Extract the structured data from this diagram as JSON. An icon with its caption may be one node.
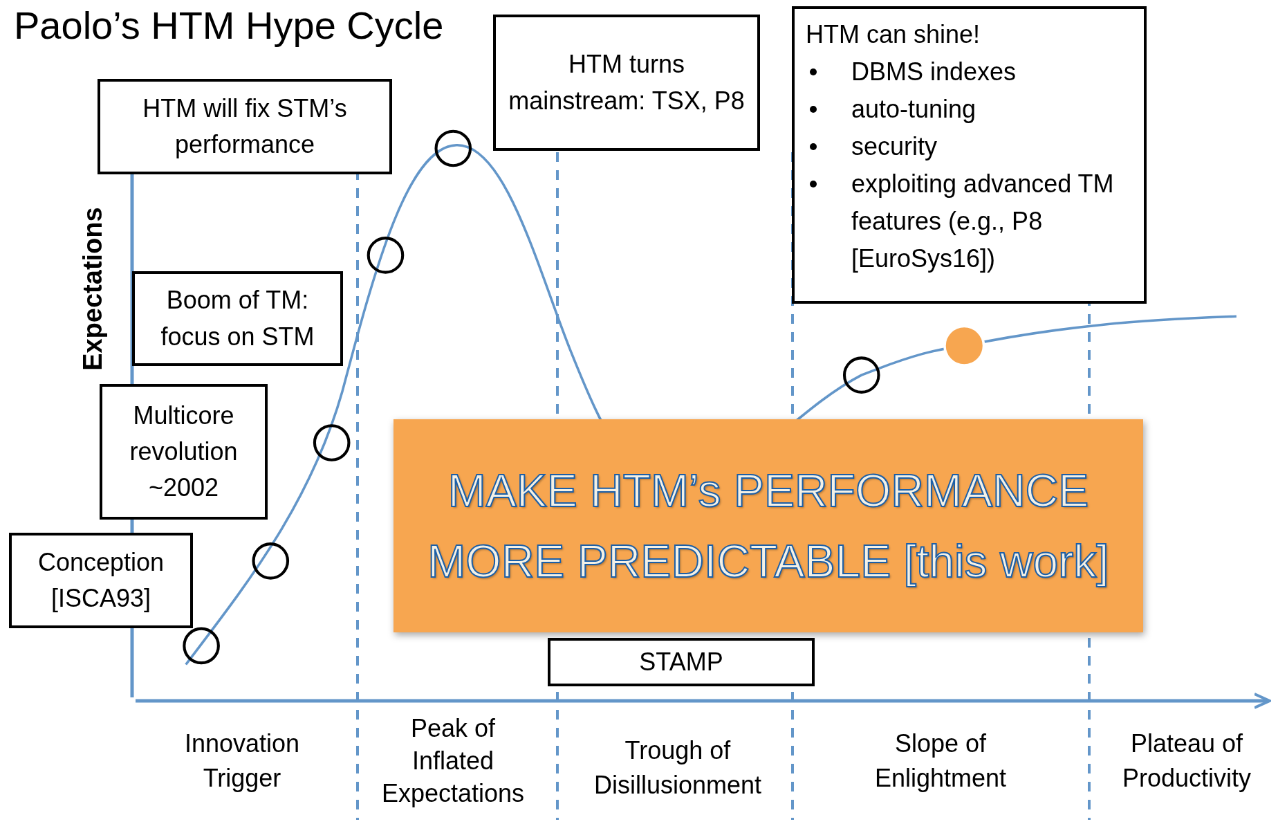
{
  "diagram": {
    "title": "Paolo’s HTM Hype Cycle",
    "nodes": [
      {
        "text": [
          "HTM will fix STM’s performance"
        ]
      },
      {
        "text": [
          "HTM turns mainstream: TSX, P8"
        ]
      },
      {
        "text": [
          "HTM can shine!",
          "DBMS indexes",
          "auto-tuning",
          "security",
          "exploiting advanced TM features (e.g., P8 [EuroSys16])"
        ]
      },
      {
        "text": [
          "Boom of TM: focus on STM"
        ]
      },
      {
        "text": [
          "Multicore revolution ~2002"
        ]
      },
      {
        "text": [
          "Conception [ISCA93]"
        ]
      },
      {
        "text": [
          "MAKE HTM’s PERFORMANCE MORE PREDICTABLE [this work]"
        ]
      },
      {
        "text": [
          "STAMP"
        ]
      }
    ],
    "labels": [
      "Expectations",
      "Innovation Trigger",
      "Peak of Inflated Expectations",
      "Trough of Disillusionment",
      "Slope of Enlightment",
      "Plateau of Productivity"
    ]
  }
}
